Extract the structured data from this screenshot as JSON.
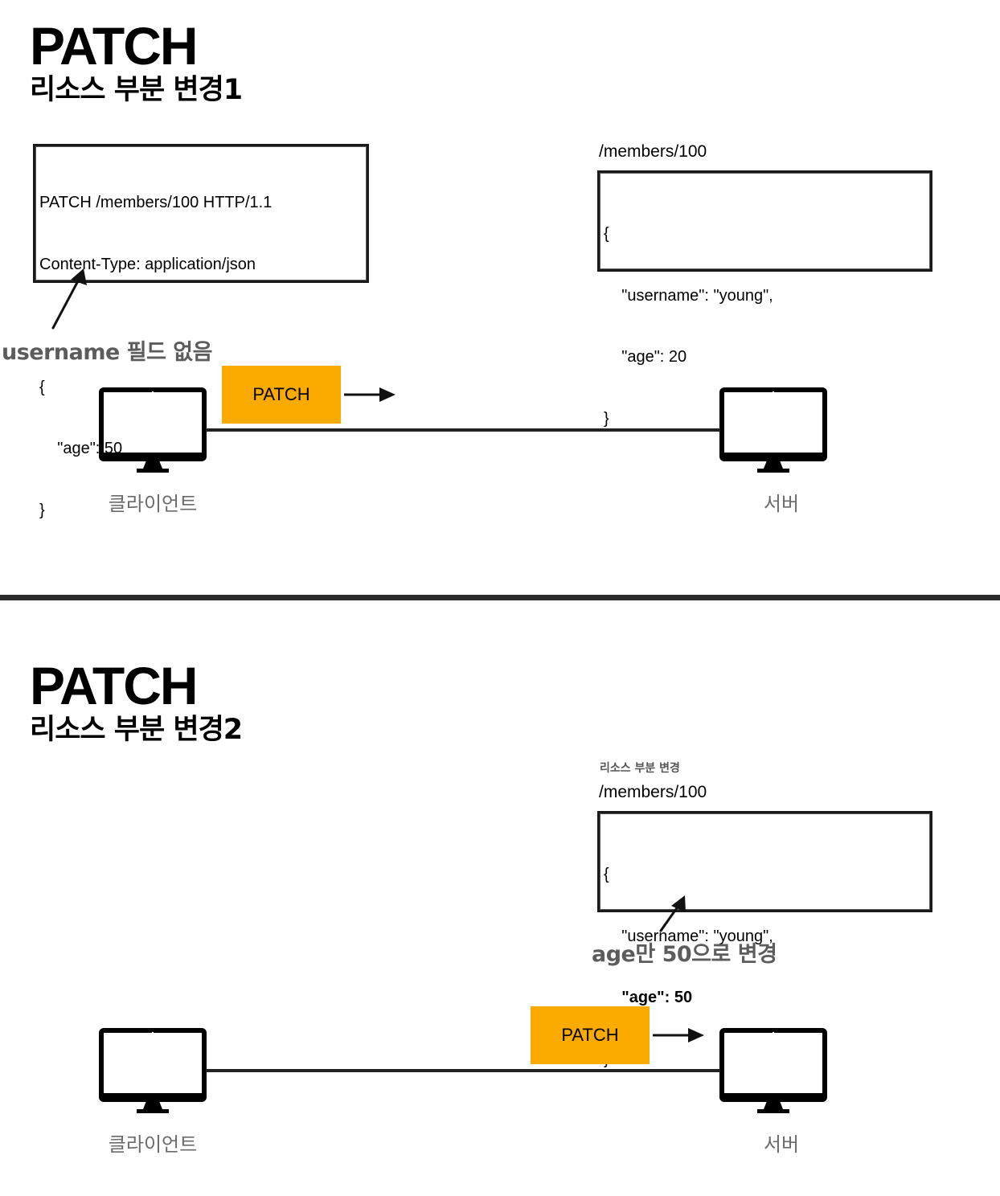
{
  "section1": {
    "title": "PATCH",
    "subtitle": "리소스 부분 변경1",
    "request_lines": [
      "PATCH /members/100 HTTP/1.1",
      "Content-Type: application/json",
      "",
      "{",
      "    \"age\": 50",
      "}"
    ],
    "resource_url": "/members/100",
    "resource_lines": [
      "{",
      "    \"username\": \"young\",",
      "    \"age\": 20",
      "}"
    ],
    "note": "username 필드 없음",
    "method_badge": "PATCH",
    "client_label": "클라이언트",
    "server_label": "서버"
  },
  "section2": {
    "title": "PATCH",
    "subtitle": "리소스 부분 변경2",
    "resource_caption": "리소스 부분 변경",
    "resource_url": "/members/100",
    "resource_lines": [
      "{",
      "    \"username\": \"young\",",
      "    \"age\": 50",
      "}"
    ],
    "note": "age만 50으로 변경",
    "method_badge": "PATCH",
    "client_label": "클라이언트",
    "server_label": "서버"
  },
  "colors": {
    "badge": "#fbab00",
    "note": "#5c5c5c",
    "divider": "#2b2b2b"
  },
  "icons": [
    "monitor-icon",
    "arrow-right-icon",
    "pointer-arrow-icon"
  ]
}
